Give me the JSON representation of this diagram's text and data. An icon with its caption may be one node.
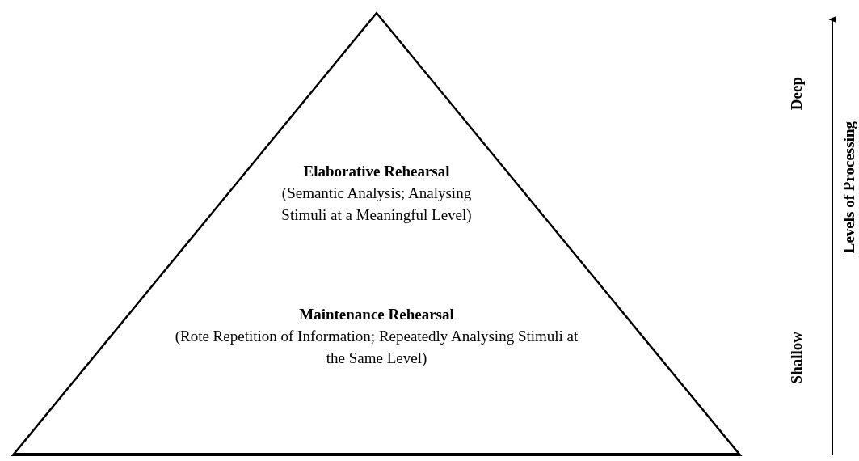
{
  "diagram": {
    "nodes": [
      {
        "text": [
          "Elaborative Rehearsal",
          "(Semantic Analysis; Analysing Stimuli at a Meaningful Level)"
        ]
      },
      {
        "text": [
          "Maintenance Rehearsal",
          "(Rote Repetition of Information; Repeatedly Analysing Stimuli at the Same Level)"
        ]
      }
    ],
    "edges": [],
    "labels": [
      "Deep",
      "Shallow",
      "Levels of Processing"
    ]
  }
}
